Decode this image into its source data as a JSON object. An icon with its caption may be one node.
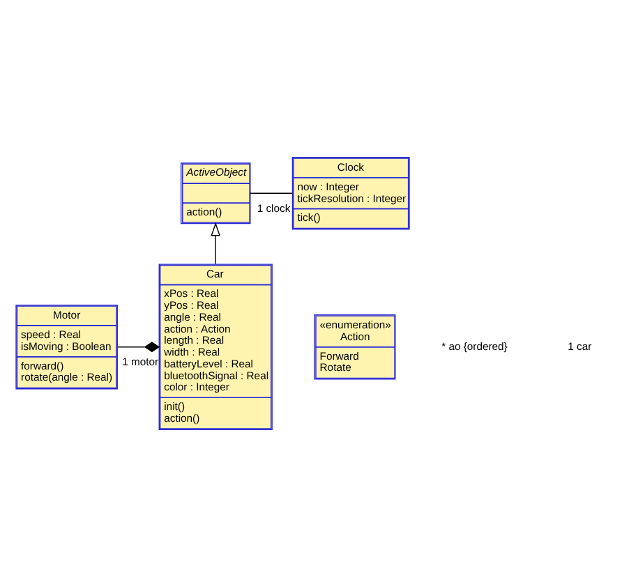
{
  "diagram": {
    "nodes": [
      {
        "text": [
          "ActiveObject",
          "action()"
        ]
      },
      {
        "text": [
          "Clock",
          "now : Integer",
          "tickResolution : Integer",
          "tick()"
        ]
      },
      {
        "text": [
          "Car",
          "xPos : Real",
          "yPos : Real",
          "angle : Real",
          "action : Action",
          "length : Real",
          "width : Real",
          "batteryLevel : Real",
          "bluetoothSignal : Real",
          "color : Integer",
          "init()",
          "action()"
        ]
      },
      {
        "text": [
          "Motor",
          "speed : Real",
          "isMoving : Boolean",
          "forward()",
          "rotate(angle : Real)"
        ]
      },
      {
        "text": [
          "«enumeration»",
          "Action",
          "Forward",
          "Rotate"
        ]
      }
    ],
    "edges": [
      {
        "from": 0,
        "to": 1,
        "arrow": "none",
        "label": "1 clock"
      },
      {
        "from": 2,
        "to": 0,
        "arrow": "to"
      },
      {
        "from": 3,
        "to": 2,
        "arrow": "other",
        "label": "1 motor"
      }
    ],
    "labels": [
      "* ao {ordered}",
      "1 car"
    ]
  }
}
